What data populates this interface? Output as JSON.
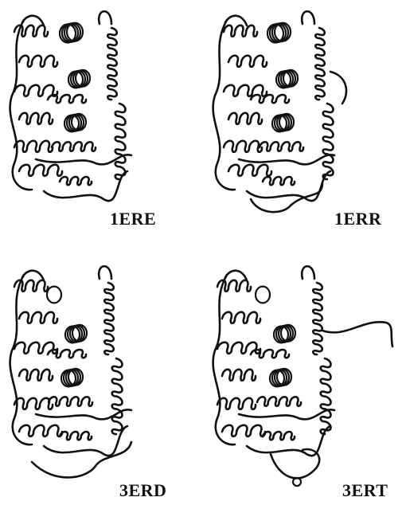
{
  "panels": [
    {
      "label": "1ERE"
    },
    {
      "label": "1ERR"
    },
    {
      "label": "3ERD"
    },
    {
      "label": "3ERT"
    }
  ],
  "colors": {
    "ink": "#111111",
    "background": "#ffffff"
  }
}
